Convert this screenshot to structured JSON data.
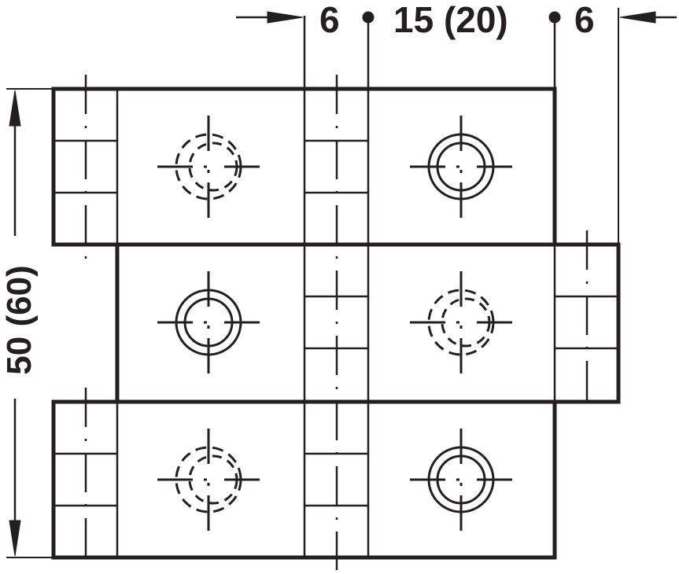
{
  "drawing": {
    "title": "Hinge plate dimension drawing",
    "stroke_color": "#231f20",
    "background": "#ffffff"
  },
  "dimensions": {
    "top_left": "6",
    "top_middle": "15 (20)",
    "top_right": "6",
    "vertical": "50 (60)"
  },
  "rows": [
    {
      "name": "top-row",
      "holes": [
        "countersunk-hidden",
        "countersunk-visible"
      ]
    },
    {
      "name": "middle-row",
      "holes": [
        "countersunk-visible",
        "countersunk-hidden"
      ]
    },
    {
      "name": "bottom-row",
      "holes": [
        "countersunk-hidden",
        "countersunk-visible"
      ]
    }
  ]
}
